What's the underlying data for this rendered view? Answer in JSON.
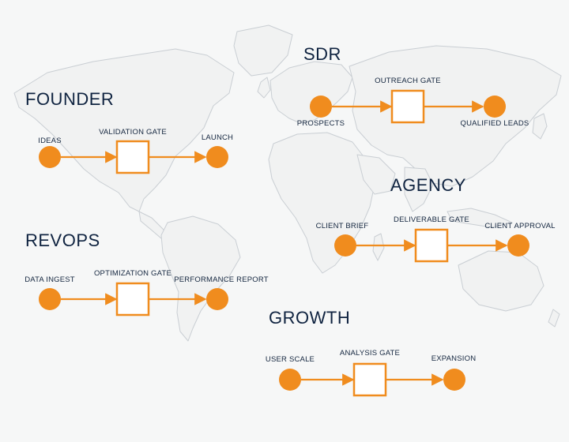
{
  "colors": {
    "accent": "#f08c1e",
    "text": "#0f2340",
    "map_outline": "#c9ced3",
    "background": "#f6f7f7"
  },
  "flows": [
    {
      "title": "FOUNDER",
      "nodes": [
        {
          "id": "ideas",
          "kind": "circle",
          "label": "IDEAS"
        },
        {
          "id": "validation-gate",
          "kind": "gate",
          "label": "VALIDATION GATE"
        },
        {
          "id": "launch",
          "kind": "circle",
          "label": "LAUNCH"
        }
      ]
    },
    {
      "title": "SDR",
      "nodes": [
        {
          "id": "prospects",
          "kind": "circle",
          "label": "PROSPECTS"
        },
        {
          "id": "outreach-gate",
          "kind": "gate",
          "label": "OUTREACH GATE"
        },
        {
          "id": "qualified-leads",
          "kind": "circle",
          "label": "QUALIFIED LEADS"
        }
      ]
    },
    {
      "title": "AGENCY",
      "nodes": [
        {
          "id": "client-brief",
          "kind": "circle",
          "label": "CLIENT BRIEF"
        },
        {
          "id": "deliverable-gate",
          "kind": "gate",
          "label": "DELIVERABLE GATE"
        },
        {
          "id": "client-approval",
          "kind": "circle",
          "label": "CLIENT APPROVAL"
        }
      ]
    },
    {
      "title": "REVOPS",
      "nodes": [
        {
          "id": "data-ingest",
          "kind": "circle",
          "label": "DATA INGEST"
        },
        {
          "id": "optimization-gate",
          "kind": "gate",
          "label": "OPTIMIZATION GATE"
        },
        {
          "id": "performance-report",
          "kind": "circle",
          "label": "PERFORMANCE REPORT"
        }
      ]
    },
    {
      "title": "GROWTH",
      "nodes": [
        {
          "id": "user-scale",
          "kind": "circle",
          "label": "USER SCALE"
        },
        {
          "id": "analysis-gate",
          "kind": "gate",
          "label": "ANALYSIS GATE"
        },
        {
          "id": "expansion",
          "kind": "circle",
          "label": "EXPANSION"
        }
      ]
    }
  ]
}
